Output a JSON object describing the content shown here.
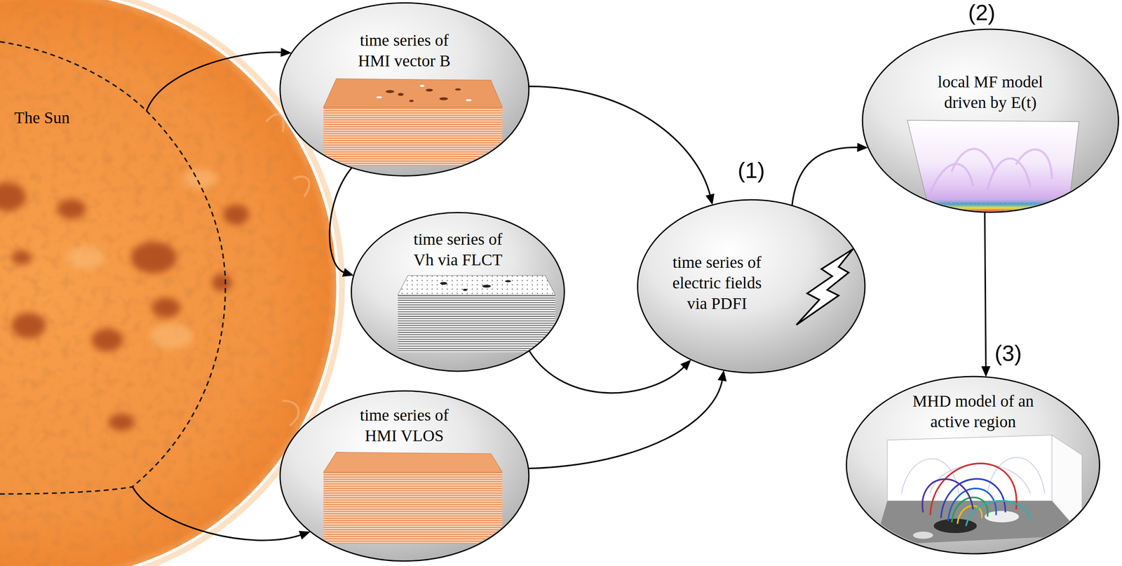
{
  "diagram": {
    "nodes": [
      {
        "text": [
          "The Sun"
        ]
      },
      {
        "text": [
          "time series of HMI vector B"
        ]
      },
      {
        "text": [
          "time series of Vh via FLCT"
        ]
      },
      {
        "text": [
          "time series of HMI VLOS"
        ]
      },
      {
        "text": [
          "time series of electric fields via PDFI"
        ]
      },
      {
        "text": [
          "local MF model driven by E(t)"
        ]
      },
      {
        "text": [
          "MHD model of an active region"
        ]
      }
    ],
    "edges": [
      {
        "from": 0,
        "to": 1,
        "arrow": "to"
      },
      {
        "from": 0,
        "to": 3,
        "arrow": "to"
      },
      {
        "from": 1,
        "to": 2,
        "arrow": "to"
      },
      {
        "from": 1,
        "to": 4,
        "arrow": "to"
      },
      {
        "from": 2,
        "to": 4,
        "arrow": "to"
      },
      {
        "from": 3,
        "to": 4,
        "arrow": "to"
      },
      {
        "from": 4,
        "to": 5,
        "arrow": "to"
      },
      {
        "from": 5,
        "to": 6,
        "arrow": "to"
      }
    ],
    "labels": [
      "(1)",
      "(2)",
      "(3)"
    ]
  }
}
